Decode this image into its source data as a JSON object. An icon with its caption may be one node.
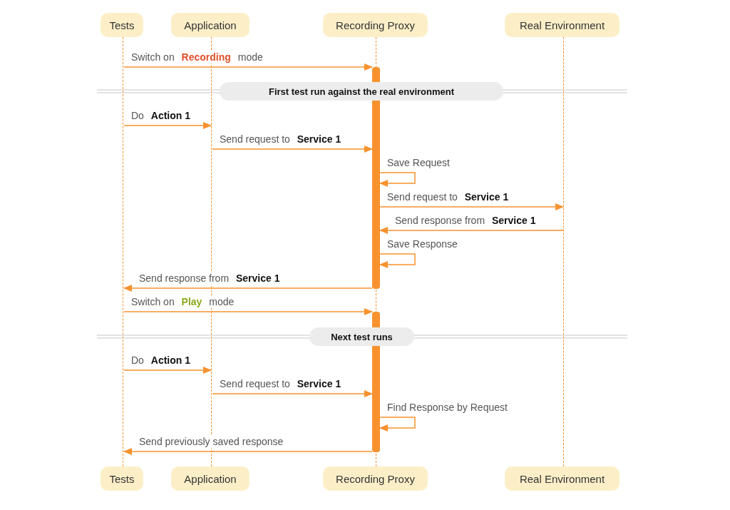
{
  "diagram": {
    "nodes": [
      {
        "text": [
          "Tests"
        ]
      },
      {
        "text": [
          "Application"
        ]
      },
      {
        "text": [
          "Recording Proxy"
        ]
      },
      {
        "text": [
          "Real Environment"
        ]
      },
      {
        "text": [],
        "shape": "line"
      },
      {
        "text": [],
        "shape": "line"
      },
      {
        "text": [],
        "shape": "line"
      },
      {
        "text": [],
        "shape": "line"
      },
      {
        "text": [],
        "shape": "bar"
      },
      {
        "text": [],
        "shape": "bar"
      },
      {
        "text": [
          "First test run against the real environment"
        ]
      },
      {
        "text": [
          "Next test runs"
        ]
      },
      {
        "text": [
          "Tests"
        ]
      },
      {
        "text": [
          "Application"
        ]
      },
      {
        "text": [
          "Recording Proxy"
        ]
      },
      {
        "text": [
          "Real Environment"
        ]
      }
    ],
    "edges": [
      {
        "from": 4,
        "to": 8,
        "arrow": "to",
        "label": "Switch on **Recording** mode"
      },
      {
        "from": 4,
        "to": 5,
        "arrow": "to",
        "label": "Do **Action 1**"
      },
      {
        "from": 5,
        "to": 8,
        "arrow": "to",
        "label": "Send request to **Service 1**"
      },
      {
        "from": 8,
        "to": 8,
        "arrow": "to",
        "label": "Save Request"
      },
      {
        "from": 8,
        "to": 7,
        "arrow": "to",
        "label": "Send request to **Service 1**"
      },
      {
        "from": 7,
        "to": 8,
        "arrow": "to",
        "label": "Send response from **Service 1**"
      },
      {
        "from": 8,
        "to": 8,
        "arrow": "to",
        "label": "Save Response"
      },
      {
        "from": 8,
        "to": 4,
        "arrow": "to",
        "label": "Send response from **Service 1**"
      },
      {
        "from": 4,
        "to": 9,
        "arrow": "to",
        "label": "Switch on **Play** mode"
      },
      {
        "from": 4,
        "to": 5,
        "arrow": "to",
        "label": "Do **Action 1**"
      },
      {
        "from": 5,
        "to": 9,
        "arrow": "to",
        "label": "Send request to **Service 1**"
      },
      {
        "from": 9,
        "to": 9,
        "arrow": "to",
        "label": "Find Response by Request"
      },
      {
        "from": 9,
        "to": 4,
        "arrow": "to",
        "label": "Send previously saved response"
      }
    ]
  }
}
